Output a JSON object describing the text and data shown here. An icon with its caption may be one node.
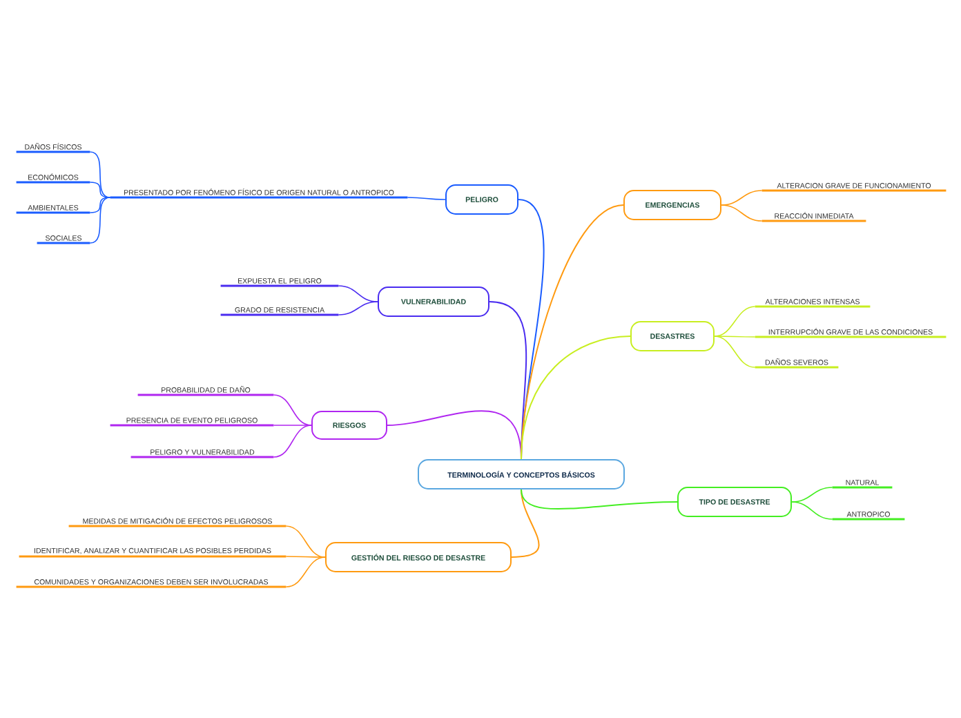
{
  "diagram": {
    "nodes": [
      {
        "text": [
          "TERMINOLOGÍA Y CONCEPTOS BÁSICOS"
        ]
      },
      {
        "text": [
          "PELIGRO"
        ]
      },
      {
        "text": [
          "PRESENTADO POR FENÓMENO FÍSICO DE ORIGEN NATURAL O ANTROPICO"
        ]
      },
      {
        "text": [
          "DAÑOS FÍSICOS"
        ]
      },
      {
        "text": [
          "ECONÓMICOS"
        ]
      },
      {
        "text": [
          "AMBIENTALES"
        ]
      },
      {
        "text": [
          "SOCIALES"
        ]
      },
      {
        "text": [
          "VULNERABILIDAD"
        ]
      },
      {
        "text": [
          "EXPUESTA EL PELIGRO"
        ]
      },
      {
        "text": [
          "GRADO DE RESISTENCIA"
        ]
      },
      {
        "text": [
          "RIESGOS"
        ]
      },
      {
        "text": [
          "PROBABILIDAD DE DAÑO"
        ]
      },
      {
        "text": [
          "PRESENCIA DE EVENTO PELIGROSO"
        ]
      },
      {
        "text": [
          "PELIGRO Y VULNERABILIDAD"
        ]
      },
      {
        "text": [
          "GESTIÓN DEL RIESGO DE DESASTRE"
        ]
      },
      {
        "text": [
          "MEDIDAS DE MITIGACIÓN DE EFECTOS PELIGROSOS"
        ]
      },
      {
        "text": [
          "IDENTIFICAR, ANALIZAR Y CUANTIFICAR LAS POSIBLES PERDIDAS"
        ]
      },
      {
        "text": [
          "COMUNIDADES Y ORGANIZACIONES DEBEN SER INVOLUCRADAS"
        ]
      },
      {
        "text": [
          "EMERGENCIAS"
        ]
      },
      {
        "text": [
          "ALTERACION GRAVE DE FUNCIONAMIENTO"
        ]
      },
      {
        "text": [
          "REACCIÓN INMEDIATA"
        ]
      },
      {
        "text": [
          "DESASTRES"
        ]
      },
      {
        "text": [
          "ALTERACIONES INTENSAS"
        ]
      },
      {
        "text": [
          "INTERRUPCIÓN GRAVE DE LAS CONDICIONES"
        ]
      },
      {
        "text": [
          "DAÑOS SEVEROS"
        ]
      },
      {
        "text": [
          "TIPO DE DESASTRE"
        ]
      },
      {
        "text": [
          "NATURAL"
        ]
      },
      {
        "text": [
          "ANTROPICO"
        ]
      }
    ],
    "edges": [
      {
        "from": 0,
        "to": 1,
        "arrow": "none",
        "color": "#1a5cff"
      },
      {
        "from": 1,
        "to": 2,
        "arrow": "none",
        "color": "#1a5cff"
      },
      {
        "from": 2,
        "to": 3,
        "arrow": "none",
        "color": "#1a5cff"
      },
      {
        "from": 2,
        "to": 4,
        "arrow": "none",
        "color": "#1a5cff"
      },
      {
        "from": 2,
        "to": 5,
        "arrow": "none",
        "color": "#1a5cff"
      },
      {
        "from": 2,
        "to": 6,
        "arrow": "none",
        "color": "#1a5cff"
      },
      {
        "from": 0,
        "to": 7,
        "arrow": "none",
        "color": "#4a2cf0"
      },
      {
        "from": 7,
        "to": 8,
        "arrow": "none",
        "color": "#4a2cf0"
      },
      {
        "from": 7,
        "to": 9,
        "arrow": "none",
        "color": "#4a2cf0"
      },
      {
        "from": 0,
        "to": 10,
        "arrow": "none",
        "color": "#b026f0"
      },
      {
        "from": 10,
        "to": 11,
        "arrow": "none",
        "color": "#b026f0"
      },
      {
        "from": 10,
        "to": 12,
        "arrow": "none",
        "color": "#b026f0"
      },
      {
        "from": 10,
        "to": 13,
        "arrow": "none",
        "color": "#b026f0"
      },
      {
        "from": 0,
        "to": 14,
        "arrow": "none",
        "color": "#ff9a10"
      },
      {
        "from": 14,
        "to": 15,
        "arrow": "none",
        "color": "#ff9a10"
      },
      {
        "from": 14,
        "to": 16,
        "arrow": "none",
        "color": "#ff9a10"
      },
      {
        "from": 14,
        "to": 17,
        "arrow": "none",
        "color": "#ff9a10"
      },
      {
        "from": 0,
        "to": 18,
        "arrow": "none",
        "color": "#ff9a10"
      },
      {
        "from": 18,
        "to": 19,
        "arrow": "none",
        "color": "#ff9a10"
      },
      {
        "from": 18,
        "to": 20,
        "arrow": "none",
        "color": "#ff9a10"
      },
      {
        "from": 0,
        "to": 21,
        "arrow": "none",
        "color": "#c8ee20"
      },
      {
        "from": 21,
        "to": 22,
        "arrow": "none",
        "color": "#c8ee20"
      },
      {
        "from": 21,
        "to": 23,
        "arrow": "none",
        "color": "#c8ee20"
      },
      {
        "from": 21,
        "to": 24,
        "arrow": "none",
        "color": "#c8ee20"
      },
      {
        "from": 0,
        "to": 25,
        "arrow": "none",
        "color": "#44ee22"
      },
      {
        "from": 25,
        "to": 26,
        "arrow": "none",
        "color": "#44ee22"
      },
      {
        "from": 25,
        "to": 27,
        "arrow": "none",
        "color": "#44ee22"
      }
    ]
  }
}
